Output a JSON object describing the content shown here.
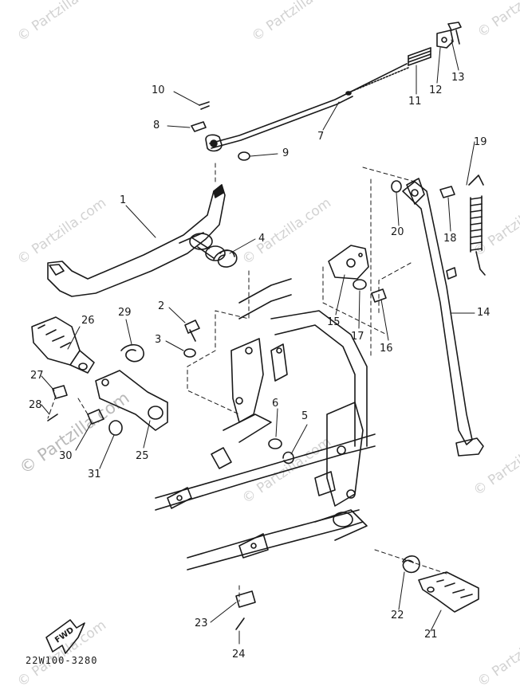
{
  "watermark": "© Partzilla.com",
  "diagram_code": "22W100-3280",
  "fwd_label": "FWD",
  "labels": {
    "p1": "1",
    "p2": "2",
    "p3": "3",
    "p4": "4",
    "p5": "5",
    "p6": "6",
    "p7": "7",
    "p8": "8",
    "p9": "9",
    "p10": "10",
    "p11": "11",
    "p12": "12",
    "p13": "13",
    "p14": "14",
    "p15": "15",
    "p16": "16",
    "p17": "17",
    "p18": "18",
    "p19": "19",
    "p20": "20",
    "p21": "21",
    "p22": "22",
    "p23": "23",
    "p24": "24",
    "p25": "25",
    "p26": "26",
    "p27": "27",
    "p28": "28",
    "p29": "29",
    "p30": "30",
    "p31": "31"
  }
}
